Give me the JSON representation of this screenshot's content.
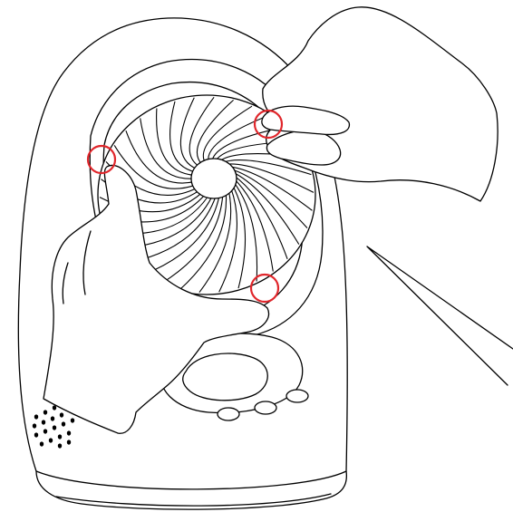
{
  "illustration": {
    "subject": "fan-device",
    "line_color": "#000000",
    "background_color": "#ffffff",
    "marker_color": "#e0262b",
    "marker_count": 3,
    "fan_blade_count": 34,
    "speaker_hole_count": 18,
    "control_button_count": 3
  }
}
